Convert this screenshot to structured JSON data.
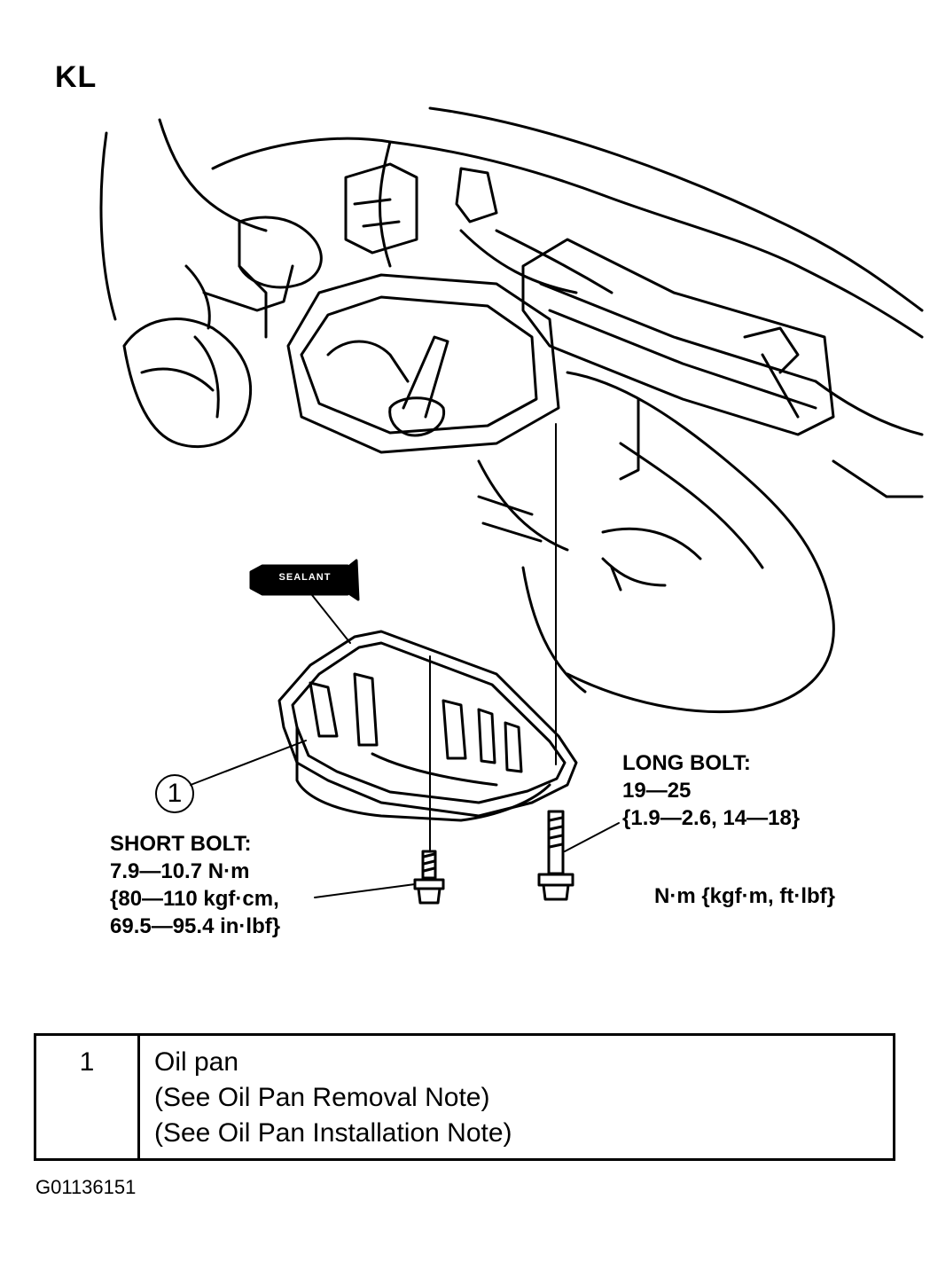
{
  "engine_code": "KL",
  "sealant_label": "SEALANT",
  "callout_number": "1",
  "short_bolt": {
    "title": "SHORT BOLT:",
    "lines": [
      "7.9—10.7 N·m",
      "{80—110 kgf·cm,",
      "69.5—95.4 in·lbf}"
    ]
  },
  "long_bolt": {
    "title": "LONG BOLT:",
    "lines": [
      "19—25",
      "{1.9—2.6, 14—18}"
    ]
  },
  "units": "N·m {kgf·m, ft·lbf}",
  "parts_table": {
    "rows": [
      {
        "number": "1",
        "name": "Oil pan",
        "notes": [
          "(See Oil Pan Removal Note)",
          "(See Oil Pan Installation Note)"
        ]
      }
    ]
  },
  "figure_id": "G01136151"
}
